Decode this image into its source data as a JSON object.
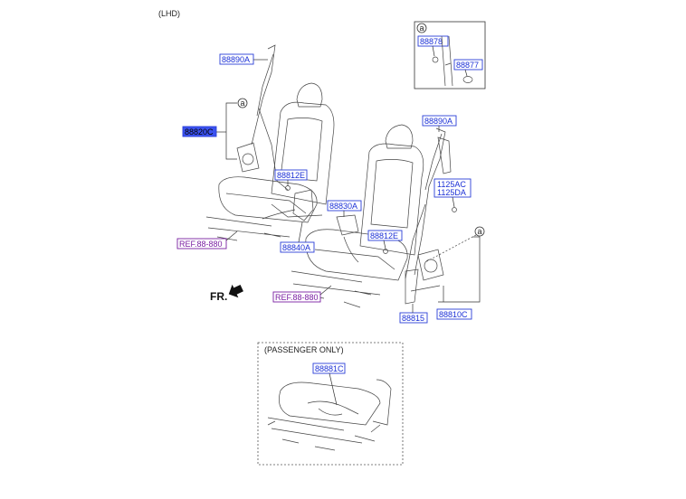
{
  "header": {
    "lhd": "(LHD)"
  },
  "inset_a": {
    "marker": "a",
    "part1": "88878",
    "part2": "88877"
  },
  "labels": {
    "p88890a_left": "88890A",
    "p88820c": "88820C",
    "p88812e_left": "88812E",
    "p88840a": "88840A",
    "ref_left": "REF.88-880",
    "p88830a": "88830A",
    "p88812e_right": "88812E",
    "p88890a_right": "88890A",
    "p1125ac": "1125AC",
    "p1125da": "1125DA",
    "ref_right": "REF.88-880",
    "p88815": "88815",
    "p88810c": "88810C",
    "marker_a_left": "a",
    "marker_a_right": "a",
    "fr": "FR."
  },
  "passenger": {
    "title": "(PASSENGER ONLY)",
    "part": "88881C"
  },
  "colors": {
    "label_blue": "#1a2fd6",
    "ref_purple": "#7a1fa2",
    "selected_fill": "#3b52f0"
  }
}
